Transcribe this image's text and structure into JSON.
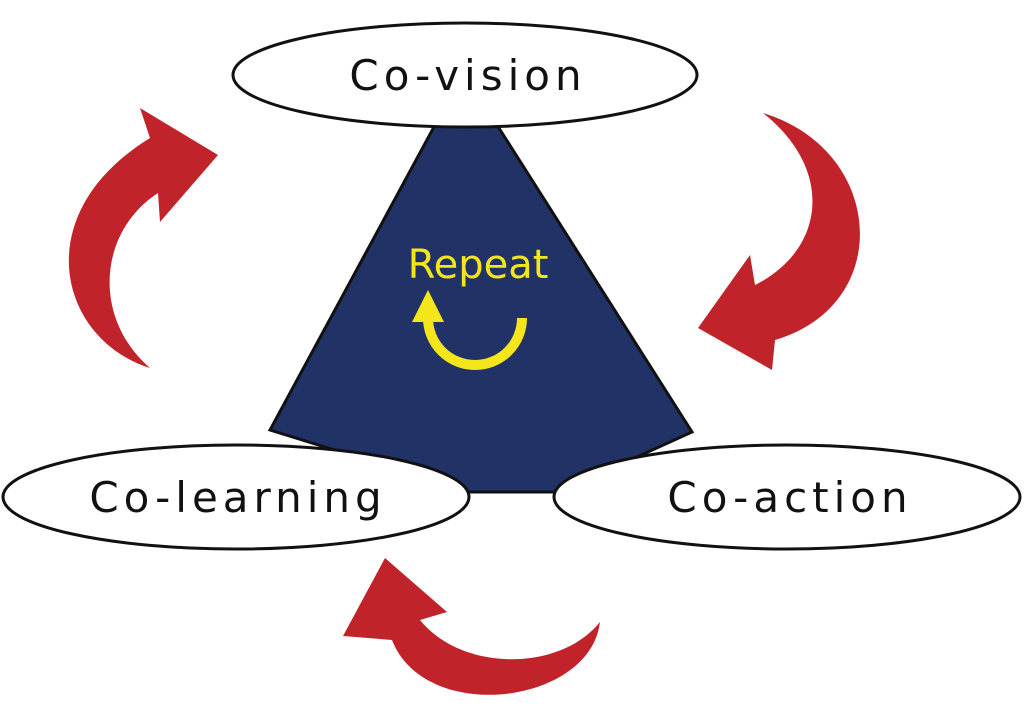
{
  "nodes": {
    "top": "Co-vision",
    "left": "Co-learning",
    "right": "Co-action"
  },
  "center_label": "Repeat",
  "colors": {
    "triangle": "#213366",
    "arrows": "#c1232b",
    "repeat": "#f5e61b",
    "outline": "#111111"
  }
}
